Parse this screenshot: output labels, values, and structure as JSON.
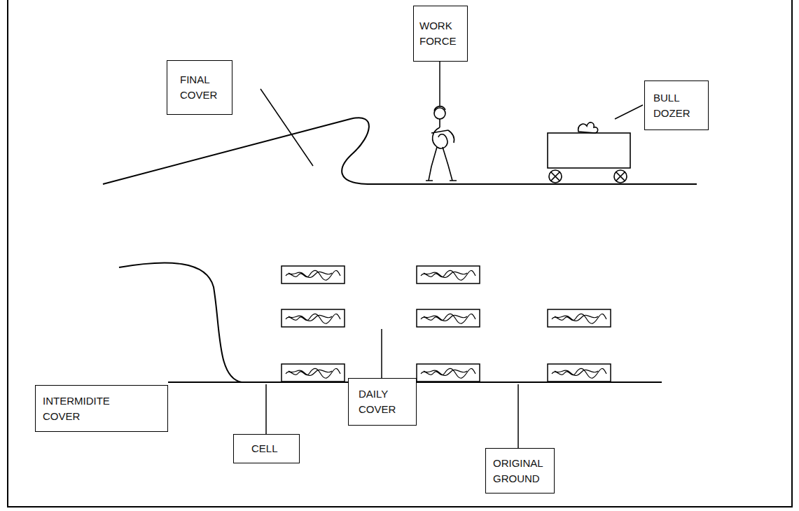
{
  "diagram": {
    "nodes": [
      {
        "text": [
          "WORK FORCE"
        ]
      },
      {
        "text": [
          "FINAL COVER"
        ]
      },
      {
        "text": [
          "BULL DOZER"
        ]
      },
      {
        "text": [
          "DAILY COVER"
        ]
      },
      {
        "text": [
          "INTERMIDITE COVER"
        ]
      },
      {
        "text": [
          "CELL"
        ]
      },
      {
        "text": [
          "ORIGINAL GROUND"
        ]
      }
    ]
  }
}
